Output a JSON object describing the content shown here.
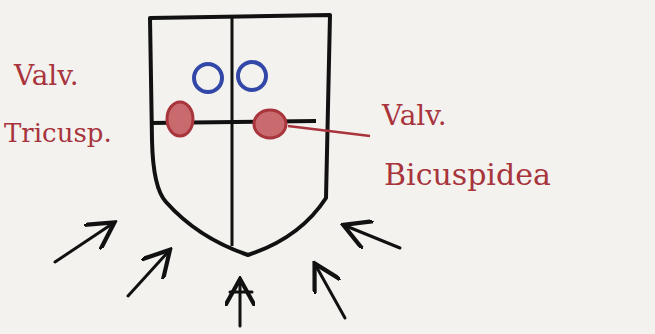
{
  "diagram": {
    "labels": [
      "Valv.",
      "Tricusp.",
      "Valv.",
      "Bicuspidea"
    ]
  }
}
